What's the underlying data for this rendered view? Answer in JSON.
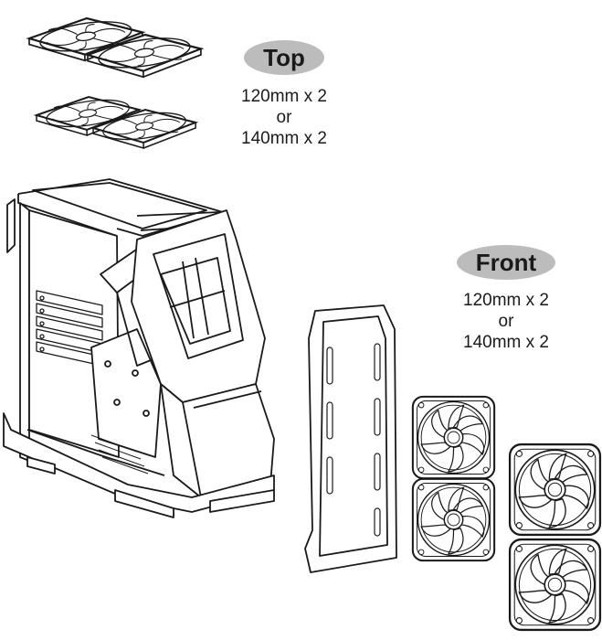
{
  "top": {
    "label": "Top",
    "lines": [
      "120mm x 2",
      "or",
      "140mm x 2"
    ]
  },
  "front": {
    "label": "Front",
    "lines": [
      "120mm x 2",
      "or",
      "140mm x 2"
    ]
  },
  "colors": {
    "line": "#1a1a1a",
    "pill": "#bcbcbc",
    "background": "#ffffff"
  },
  "icons": [
    "fan-icon",
    "pc-case-illustration",
    "radiator-bracket-illustration"
  ]
}
